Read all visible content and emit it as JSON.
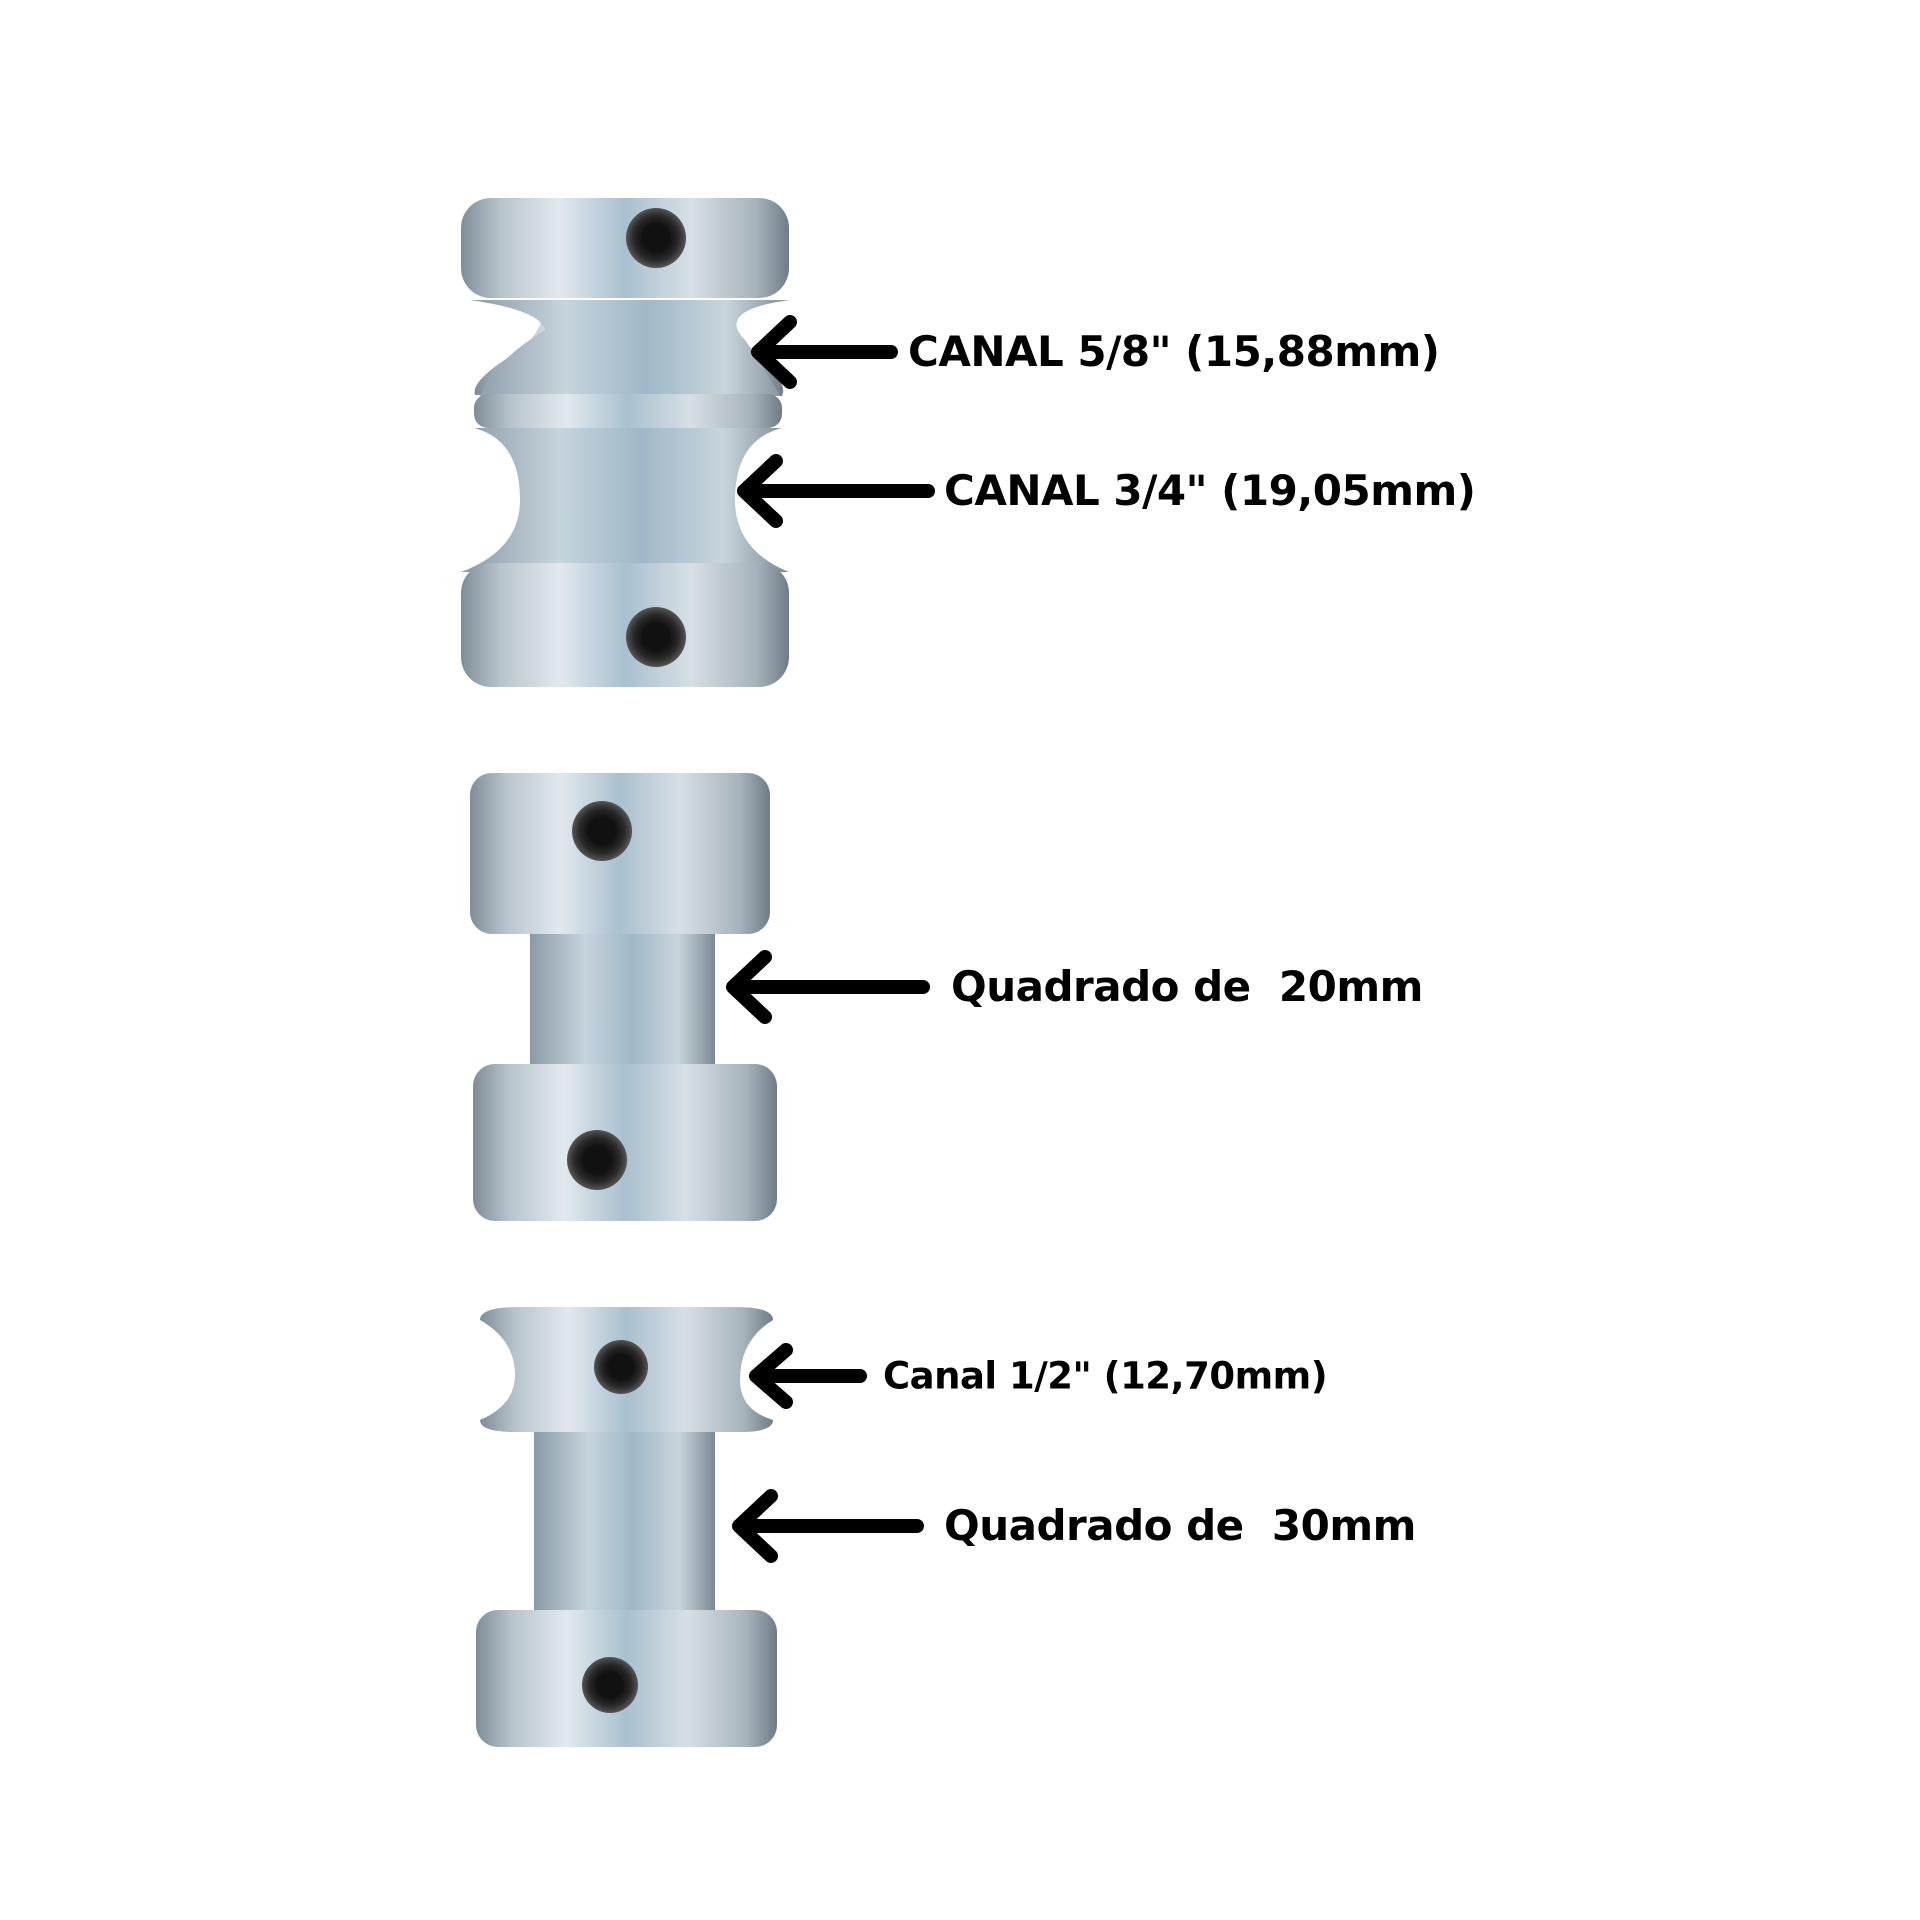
{
  "labels": {
    "canal_5_8": "CANAL 5/8\" (15,88mm)",
    "canal_3_4": "CANAL 3/4\" (19,05mm)",
    "quadrado_20": "Quadrado de  20mm",
    "canal_1_2": "Canal 1/2\" (12,70mm)",
    "quadrado_30": "Quadrado de  30mm"
  },
  "colors": {
    "background": "#ffffff",
    "text": "#000000",
    "metal_light": "#d4dde3",
    "metal_dark": "#7f8d98"
  }
}
